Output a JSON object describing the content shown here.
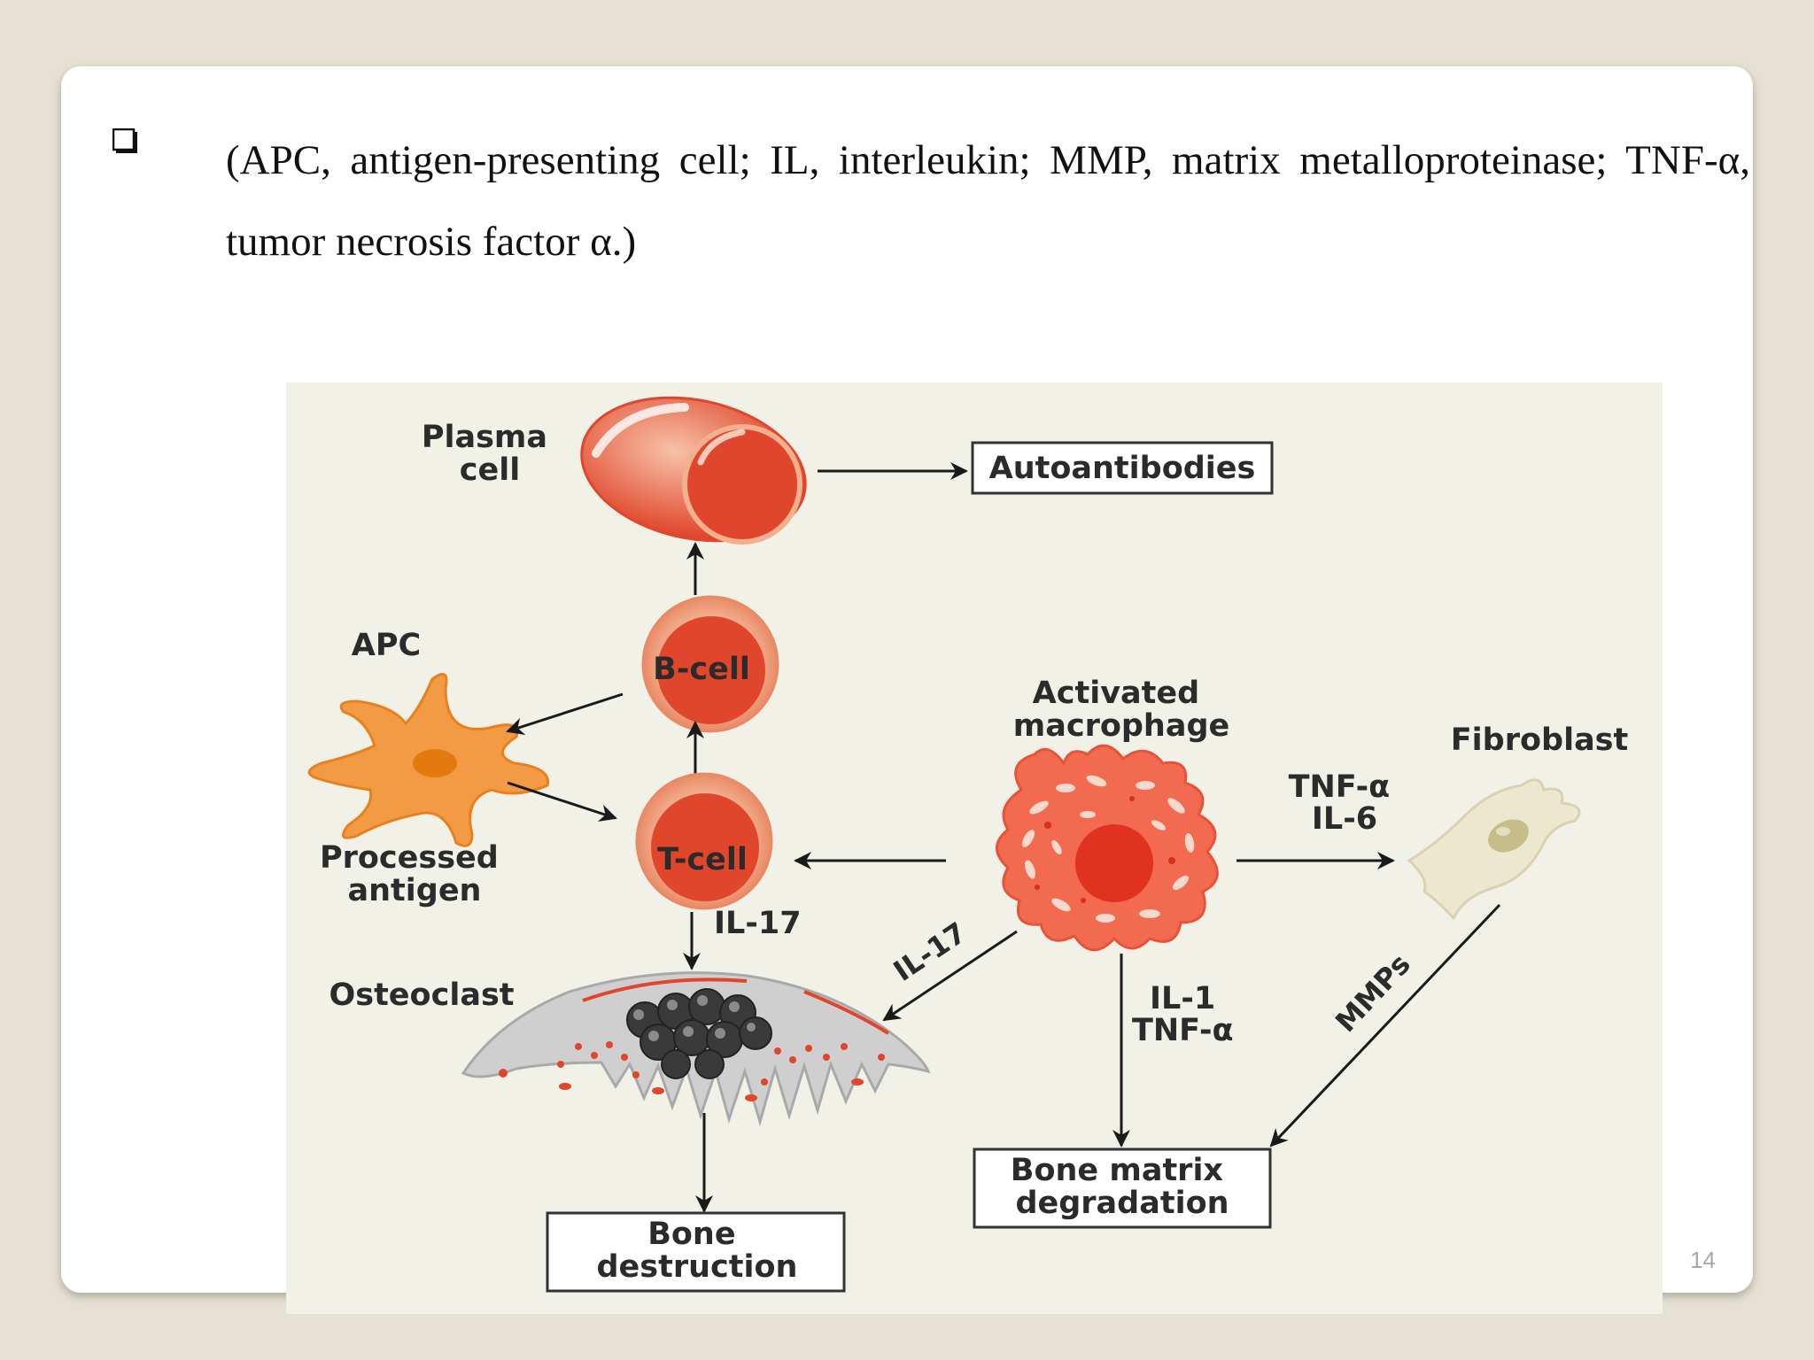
{
  "caption": "(APC, antigen-presenting cell; IL, interleukin; MMP, matrix metalloproteinase; TNF-α, tumor necrosis factor α.)",
  "page_number": "14",
  "diagram": {
    "nodes": {
      "plasma_cell": [
        "Plasma",
        "cell"
      ],
      "autoantibodies": "Autoantibodies",
      "apc": "APC",
      "b_cell": "B-cell",
      "t_cell": "T-cell",
      "processed_antigen": [
        "Processed",
        "antigen"
      ],
      "activated_macrophage": [
        "Activated",
        "macrophage"
      ],
      "fibroblast": "Fibroblast",
      "osteoclast": "Osteoclast",
      "bone_destruction": [
        "Bone",
        "destruction"
      ],
      "bone_matrix_degradation": [
        "Bone matrix",
        "degradation"
      ]
    },
    "edge_labels": {
      "macrophage_to_fibroblast": [
        "TNF-α",
        "IL-6"
      ],
      "tcell_to_osteoclast": "IL-17",
      "macrophage_to_osteoclast": "IL-17",
      "macrophage_to_bone_matrix": [
        "IL-1",
        "TNF-α"
      ],
      "fibroblast_to_bone_matrix": "MMPs"
    }
  },
  "colors": {
    "cell_red": "#e0462c",
    "cell_light": "#f3b08e",
    "apc_orange": "#f39a45",
    "fibroblast": "#ece7cf",
    "osteoclast_gray": "#cfcfcf",
    "figure_bg": "#f2f1e8"
  }
}
